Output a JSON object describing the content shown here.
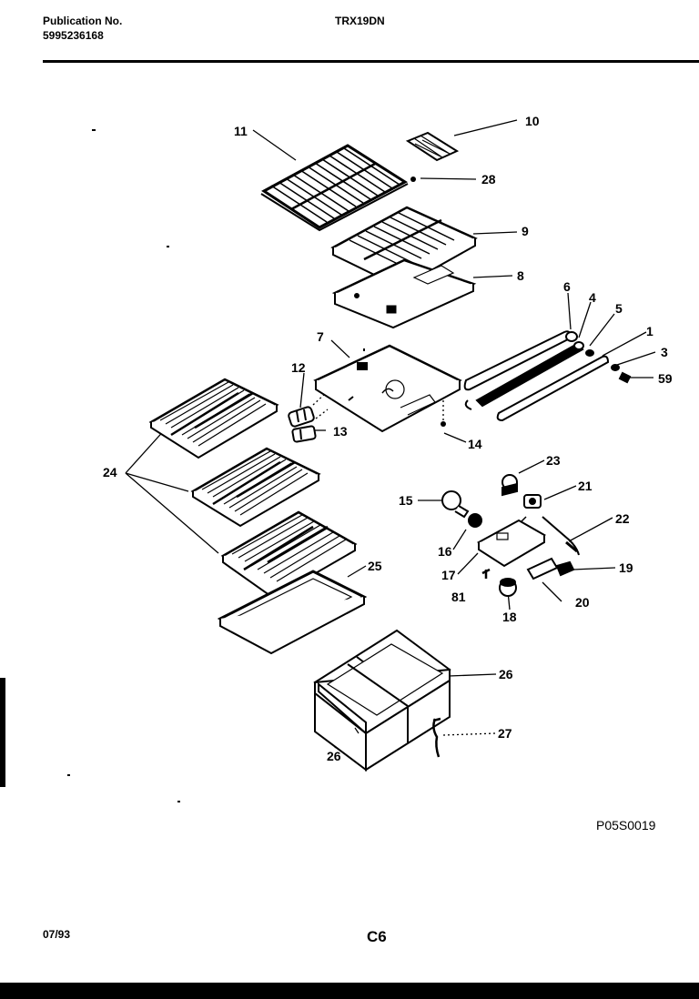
{
  "header": {
    "publication_label": "Publication No.",
    "publication_number": "5995236168",
    "model": "TRX19DN"
  },
  "callouts": [
    "11",
    "10",
    "28",
    "9",
    "8",
    "7",
    "6",
    "4",
    "5",
    "1",
    "3",
    "59",
    "12",
    "13",
    "14",
    "24",
    "25",
    "23",
    "21",
    "22",
    "15",
    "16",
    "17",
    "19",
    "81",
    "18",
    "20",
    "26",
    "26",
    "27"
  ],
  "footer": {
    "drawing_id": "P05S0019",
    "date": "07/93",
    "page": "C6"
  }
}
